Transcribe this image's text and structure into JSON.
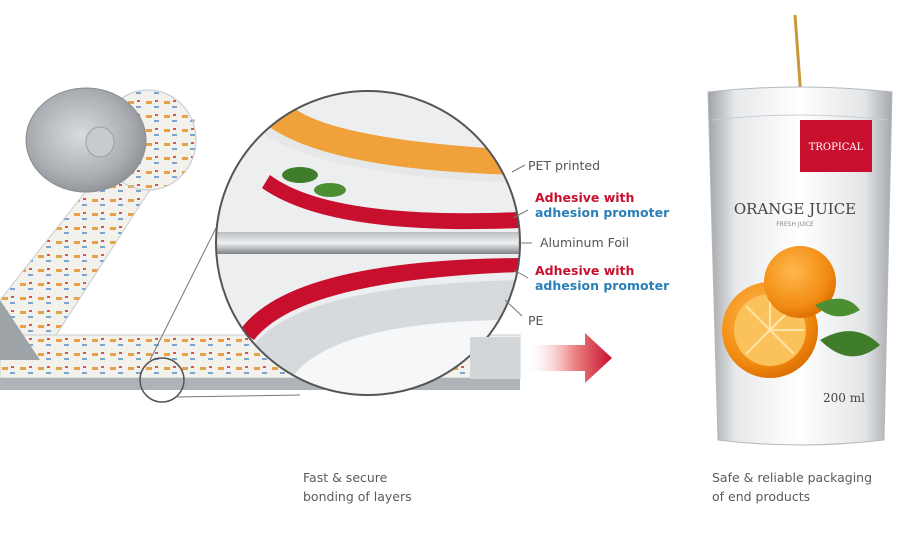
{
  "layer_labels": {
    "pet": "PET printed",
    "adhesive_top_1": "Adhesive with",
    "adhesive_top_2": "adhesion promoter",
    "foil": "Aluminum Foil",
    "adhesive_bottom_1": "Adhesive with",
    "adhesive_bottom_2": "adhesion promoter",
    "pe": "PE"
  },
  "pouch": {
    "brand": "TROPICAL",
    "product": "ORANGE JUICE",
    "subline": "FRESH JUICE",
    "volume": "200 ml"
  },
  "captions": {
    "left_line1": "Fast & secure",
    "left_line2": "bonding of layers",
    "right_line1": "Safe & reliable packaging",
    "right_line2": "of end products"
  },
  "colors": {
    "adhesive_red": "#c8102e",
    "promoter_blue": "#2a7fb8",
    "label_gray": "#555555",
    "foil_gray": "#8c9196"
  }
}
